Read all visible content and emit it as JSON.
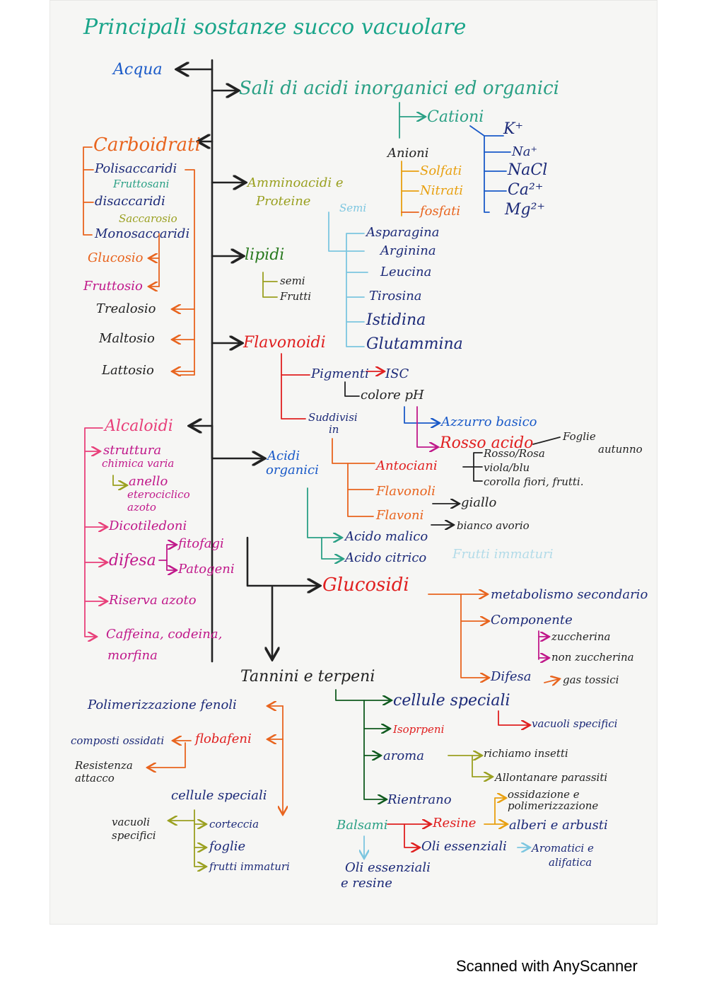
{
  "title": "Principali sostanze succo vacuolare",
  "footer": "Scanned with AnyScanner",
  "colors": {
    "title": "#1aa58a",
    "trunk": "#555555",
    "teal": "#2aa085",
    "orange": "#e8641e",
    "magenta": "#c0188a",
    "pink": "#e8407a",
    "red": "#e02020",
    "blue": "#1a5ac8",
    "navy": "#1c2a78",
    "olive": "#9aa020",
    "lightblue": "#7cc6e0",
    "green": "#2a7a20",
    "darkgreen": "#0f5a1e",
    "gold": "#e8a010",
    "black": "#222222"
  },
  "nodes": {
    "acqua": "Acqua",
    "sali": "Sali di acidi inorganici ed organici",
    "cationi": "Cationi",
    "k": "K⁺",
    "na": "Na⁺",
    "nacl": "NaCl",
    "ca": "Ca²⁺",
    "mg": "Mg²⁺",
    "anioni": "Anioni",
    "solfati": "Solfati",
    "nitrati": "Nitrati",
    "fosfati": "fosfati",
    "carboidrati": "Carboidrati",
    "polisaccaridi": "Polisaccaridi",
    "fruttosani": "Fruttosani",
    "disaccaridi": "disaccaridi",
    "saccarosio": "Saccarosio",
    "monosaccaridi": "Monosaccaridi",
    "glucosio": "Glucosio",
    "fruttosio": "Fruttosio",
    "trealosio": "Trealosio",
    "maltosio": "Maltosio",
    "lattosio": "Lattosio",
    "amminoacidi": "Amminoacidi e",
    "proteine": "Proteine",
    "semi_aa": "Semi",
    "asparagina": "Asparagina",
    "arginina": "Arginina",
    "leucina": "Leucina",
    "tirosina": "Tirosina",
    "istidina": "Istidina",
    "glutammina": "Glutammina",
    "lipidi": "lipidi",
    "semi_l": "semi",
    "frutti_l": "Frutti",
    "flavonoidi": "Flavonoidi",
    "pigmenti": "Pigmenti",
    "isc": "ISC",
    "colore_ph": "colore pH",
    "suddivisi": "Suddivisi",
    "in": "in",
    "azzurro": "Azzurro basico",
    "rosso": "Rosso acido",
    "foglie_autunno": "Foglie",
    "autunno": "autunno",
    "antociani": "Antociani",
    "rosso_rosa": "Rosso/Rosa",
    "viola_blu": "viola/blu",
    "corolla": "corolla fiori, frutti.",
    "flavonoli": "Flavonoli",
    "giallo": "giallo",
    "flavoni": "Flavoni",
    "bianco": "bianco avorio",
    "alcaloidi": "Alcaloidi",
    "struttura": "struttura",
    "chimica": "chimica varia",
    "anello": "anello",
    "eterociclico": "eterociclico",
    "azoto_a": "azoto",
    "dicotiledoni": "Dicotiledoni",
    "difesa_a": "difesa",
    "fitofagi": "fitofagi",
    "patogeni": "Patogeni",
    "riserva": "Riserva azoto",
    "caffeina": "Caffeina, codeina,",
    "morfina": "morfina",
    "acidi_org": "Acidi",
    "organici": "organici",
    "malico": "Acido malico",
    "citrico": "Acido citrico",
    "frutti_immaturi_faint": "Frutti immaturi",
    "glucosidi": "Glucosidi",
    "metabolismo": "metabolismo secondario",
    "componente": "Componente",
    "zuccherina": "zuccherina",
    "non_zucc": "non zuccherina",
    "difesa_g": "Difesa",
    "gas": "gas tossici",
    "tannini": "Tannini e terpeni",
    "polimerizzazione": "Polimerizzazione fenoli",
    "flobafeni": "flobafeni",
    "composti": "composti ossidati",
    "resistenza": "Resistenza",
    "attacco": "attacco",
    "cellule_t": "cellule speciali",
    "vacuoli_t": "vacuoli",
    "specifici_t": "specifici",
    "corteccia": "corteccia",
    "foglie": "foglie",
    "frutti_imm": "frutti immaturi",
    "cellule_s": "cellule speciali",
    "vacuoli_s": "vacuoli specifici",
    "isoprpeni": "Isoprpeni",
    "aroma": "aroma",
    "richiamo": "richiamo insetti",
    "allontanare": "Allontanare parassiti",
    "rientrano": "Rientrano",
    "ossidazione": "ossidazione e",
    "polimerizz": "polimerizzazione",
    "resine": "Resine",
    "alberi": "alberi e arbusti",
    "balsami": "Balsami",
    "oli": "Oli essenziali",
    "aromatici": "Aromatici e",
    "alifatica": "alifatica",
    "oli_resine": "Oli essenziali",
    "e_resine": "e resine"
  },
  "labels": [
    {
      "key": "acqua",
      "c": "blue",
      "s": "lg"
    },
    {
      "key": "sali",
      "c": "teal",
      "s": "xl"
    },
    {
      "key": "cationi",
      "c": "teal",
      "s": "lg"
    },
    {
      "key": "k",
      "c": "navy",
      "s": "lg"
    },
    {
      "key": "na",
      "c": "navy",
      "s": "md"
    },
    {
      "key": "nacl",
      "c": "navy",
      "s": "lg"
    },
    {
      "key": "ca",
      "c": "navy",
      "s": "lg"
    },
    {
      "key": "mg",
      "c": "navy",
      "s": "lg"
    },
    {
      "key": "anioni",
      "c": "black",
      "s": "md"
    },
    {
      "key": "solfati",
      "c": "gold",
      "s": "md"
    },
    {
      "key": "nitrati",
      "c": "gold",
      "s": "md"
    },
    {
      "key": "fosfati",
      "c": "orange",
      "s": "md"
    },
    {
      "key": "carboidrati",
      "c": "orange",
      "s": "xl"
    },
    {
      "key": "polisaccaridi",
      "c": "navy",
      "s": "md"
    },
    {
      "key": "fruttosani",
      "c": "teal",
      "s": "sm"
    },
    {
      "key": "disaccaridi",
      "c": "navy",
      "s": "md"
    },
    {
      "key": "saccarosio",
      "c": "olive",
      "s": "sm"
    },
    {
      "key": "monosaccaridi",
      "c": "navy",
      "s": "md"
    },
    {
      "key": "glucosio",
      "c": "orange",
      "s": "md"
    },
    {
      "key": "fruttosio",
      "c": "magenta",
      "s": "md"
    },
    {
      "key": "trealosio",
      "c": "black",
      "s": "md"
    },
    {
      "key": "maltosio",
      "c": "black",
      "s": "md"
    },
    {
      "key": "lattosio",
      "c": "black",
      "s": "md"
    },
    {
      "key": "amminoacidi",
      "c": "olive",
      "s": "md"
    },
    {
      "key": "proteine",
      "c": "olive",
      "s": "md"
    },
    {
      "key": "semi_aa",
      "c": "lightblue",
      "s": "sm"
    },
    {
      "key": "asparagina",
      "c": "navy",
      "s": "md"
    },
    {
      "key": "arginina",
      "c": "navy",
      "s": "md"
    },
    {
      "key": "leucina",
      "c": "navy",
      "s": "md"
    },
    {
      "key": "tirosina",
      "c": "navy",
      "s": "md"
    },
    {
      "key": "istidina",
      "c": "navy",
      "s": "lg"
    },
    {
      "key": "glutammina",
      "c": "navy",
      "s": "lg"
    },
    {
      "key": "lipidi",
      "c": "green",
      "s": "lg"
    },
    {
      "key": "semi_l",
      "c": "black",
      "s": "sm"
    },
    {
      "key": "frutti_l",
      "c": "black",
      "s": "sm"
    },
    {
      "key": "flavonoidi",
      "c": "red",
      "s": "lg"
    },
    {
      "key": "pigmenti",
      "c": "navy",
      "s": "md"
    },
    {
      "key": "isc",
      "c": "navy",
      "s": "md"
    },
    {
      "key": "colore_ph",
      "c": "black",
      "s": "md"
    },
    {
      "key": "suddivisi",
      "c": "navy",
      "s": "sm"
    },
    {
      "key": "in",
      "c": "navy",
      "s": "sm"
    },
    {
      "key": "azzurro",
      "c": "blue",
      "s": "md"
    },
    {
      "key": "rosso",
      "c": "red",
      "s": "lg"
    },
    {
      "key": "foglie_autunno",
      "c": "black",
      "s": "sm"
    },
    {
      "key": "autunno",
      "c": "black",
      "s": "sm"
    },
    {
      "key": "antociani",
      "c": "red",
      "s": "md"
    },
    {
      "key": "rosso_rosa",
      "c": "black",
      "s": "sm"
    },
    {
      "key": "viola_blu",
      "c": "black",
      "s": "sm"
    },
    {
      "key": "corolla",
      "c": "black",
      "s": "sm"
    },
    {
      "key": "flavonoli",
      "c": "orange",
      "s": "md"
    },
    {
      "key": "giallo",
      "c": "black",
      "s": "md"
    },
    {
      "key": "flavoni",
      "c": "orange",
      "s": "md"
    },
    {
      "key": "bianco",
      "c": "black",
      "s": "sm"
    },
    {
      "key": "alcaloidi",
      "c": "pink",
      "s": "lg"
    },
    {
      "key": "struttura",
      "c": "magenta",
      "s": "md"
    },
    {
      "key": "chimica",
      "c": "magenta",
      "s": "sm"
    },
    {
      "key": "anello",
      "c": "magenta",
      "s": "md"
    },
    {
      "key": "eterociclico",
      "c": "magenta",
      "s": "sm"
    },
    {
      "key": "azoto_a",
      "c": "magenta",
      "s": "sm"
    },
    {
      "key": "dicotiledoni",
      "c": "magenta",
      "s": "md"
    },
    {
      "key": "difesa_a",
      "c": "magenta",
      "s": "lg"
    },
    {
      "key": "fitofagi",
      "c": "magenta",
      "s": "md"
    },
    {
      "key": "patogeni",
      "c": "magenta",
      "s": "md"
    },
    {
      "key": "riserva",
      "c": "magenta",
      "s": "md"
    },
    {
      "key": "caffeina",
      "c": "magenta",
      "s": "md"
    },
    {
      "key": "morfina",
      "c": "magenta",
      "s": "md"
    },
    {
      "key": "acidi_org",
      "c": "blue",
      "s": "md"
    },
    {
      "key": "organici",
      "c": "blue",
      "s": "md"
    },
    {
      "key": "malico",
      "c": "navy",
      "s": "md"
    },
    {
      "key": "citrico",
      "c": "navy",
      "s": "md"
    },
    {
      "key": "frutti_immaturi_faint",
      "c": "lightblue",
      "s": "md"
    },
    {
      "key": "glucosidi",
      "c": "red",
      "s": "xl"
    },
    {
      "key": "metabolismo",
      "c": "navy",
      "s": "md"
    },
    {
      "key": "componente",
      "c": "navy",
      "s": "md"
    },
    {
      "key": "zuccherina",
      "c": "black",
      "s": "sm"
    },
    {
      "key": "non_zucc",
      "c": "black",
      "s": "sm"
    },
    {
      "key": "difesa_g",
      "c": "navy",
      "s": "md"
    },
    {
      "key": "gas",
      "c": "black",
      "s": "sm"
    },
    {
      "key": "tannini",
      "c": "black",
      "s": "lg"
    },
    {
      "key": "polimerizzazione",
      "c": "navy",
      "s": "md"
    },
    {
      "key": "flobafeni",
      "c": "red",
      "s": "md"
    },
    {
      "key": "composti",
      "c": "navy",
      "s": "sm"
    },
    {
      "key": "resistenza",
      "c": "black",
      "s": "sm"
    },
    {
      "key": "attacco",
      "c": "black",
      "s": "sm"
    },
    {
      "key": "cellule_t",
      "c": "navy",
      "s": "md"
    },
    {
      "key": "vacuoli_t",
      "c": "black",
      "s": "sm"
    },
    {
      "key": "specifici_t",
      "c": "black",
      "s": "sm"
    },
    {
      "key": "corteccia",
      "c": "navy",
      "s": "sm"
    },
    {
      "key": "foglie",
      "c": "navy",
      "s": "md"
    },
    {
      "key": "frutti_imm",
      "c": "navy",
      "s": "sm"
    },
    {
      "key": "cellule_s",
      "c": "navy",
      "s": "lg"
    },
    {
      "key": "vacuoli_s",
      "c": "navy",
      "s": "sm"
    },
    {
      "key": "isoprpeni",
      "c": "red",
      "s": "sm"
    },
    {
      "key": "aroma",
      "c": "navy",
      "s": "md"
    },
    {
      "key": "richiamo",
      "c": "black",
      "s": "sm"
    },
    {
      "key": "allontanare",
      "c": "black",
      "s": "sm"
    },
    {
      "key": "rientrano",
      "c": "navy",
      "s": "md"
    },
    {
      "key": "ossidazione",
      "c": "black",
      "s": "sm"
    },
    {
      "key": "polimerizz",
      "c": "black",
      "s": "sm"
    },
    {
      "key": "resine",
      "c": "red",
      "s": "md"
    },
    {
      "key": "alberi",
      "c": "navy",
      "s": "md"
    },
    {
      "key": "balsami",
      "c": "teal",
      "s": "md"
    },
    {
      "key": "oli",
      "c": "navy",
      "s": "md"
    },
    {
      "key": "aromatici",
      "c": "navy",
      "s": "sm"
    },
    {
      "key": "alifatica",
      "c": "navy",
      "s": "sm"
    },
    {
      "key": "oli_resine",
      "c": "navy",
      "s": "md"
    },
    {
      "key": "e_resine",
      "c": "navy",
      "s": "md"
    }
  ],
  "links": [
    {
      "c": "black",
      "p": "300,85 300,935"
    },
    {
      "c": "black",
      "p": "385,830 385,930",
      "arrow": true
    },
    {
      "c": "black",
      "p": "300,98 252,98",
      "arrow": true
    },
    {
      "c": "black",
      "p": "300,128 335,128",
      "arrow": true
    },
    {
      "c": "black",
      "p": "300,200 282,200",
      "arrow": true
    },
    {
      "c": "black",
      "p": "300,258 345,258",
      "arrow": true
    },
    {
      "c": "black",
      "p": "300,362 342,362",
      "arrow": true
    },
    {
      "c": "black",
      "p": "300,485 340,485",
      "arrow": true
    },
    {
      "c": "black",
      "p": "300,602 270,602",
      "arrow": true
    },
    {
      "c": "black",
      "p": "300,602 300,648 372,648",
      "arrow": true
    },
    {
      "c": "black",
      "p": "350,760 350,828 450,828",
      "arrow": true
    },
    {
      "c": "teal",
      "p": "565,145 565,195"
    },
    {
      "c": "teal",
      "p": "565,165 600,165",
      "arrow": true
    },
    {
      "c": "blue",
      "p": "665,178 685,192 685,300 692,300"
    },
    {
      "c": "blue",
      "p": "685,192 712,192"
    },
    {
      "c": "blue",
      "p": "685,215 722,215"
    },
    {
      "c": "blue",
      "p": "685,242 716,242"
    },
    {
      "c": "blue",
      "p": "685,270 716,270"
    },
    {
      "c": "gold",
      "p": "568,228 568,305"
    },
    {
      "c": "gold",
      "p": "568,242 592,242"
    },
    {
      "c": "gold",
      "p": "568,270 592,270"
    },
    {
      "c": "orange",
      "p": "568,300 592,300"
    },
    {
      "c": "orange",
      "p": "130,208 118,208 118,332 130,332"
    },
    {
      "c": "orange",
      "p": "118,240 132,240"
    },
    {
      "c": "orange",
      "p": "118,286 132,286"
    },
    {
      "c": "orange",
      "p": "262,240 275,240 275,530 255,530"
    },
    {
      "c": "orange",
      "p": "225,330 225,405"
    },
    {
      "c": "orange",
      "p": "225,365 212,365",
      "arrow": true
    },
    {
      "c": "orange",
      "p": "225,405 212,405",
      "arrow": true
    },
    {
      "c": "orange",
      "p": "275,437 245,437",
      "arrow": true
    },
    {
      "c": "orange",
      "p": "275,480 245,480",
      "arrow": true
    },
    {
      "c": "orange",
      "p": "275,525 245,525",
      "arrow": true
    },
    {
      "c": "lightblue",
      "p": "465,300 465,355 490,355 490,330 515,330"
    },
    {
      "c": "lightblue",
      "p": "490,355 515,355"
    },
    {
      "c": "lightblue",
      "p": "490,385 520,385"
    },
    {
      "c": "lightblue",
      "p": "490,420 515,420"
    },
    {
      "c": "lightblue",
      "p": "490,455 515,455"
    },
    {
      "c": "lightblue",
      "p": "490,355 490,490 515,490"
    },
    {
      "c": "olive",
      "p": "372,385 372,420 392,420"
    },
    {
      "c": "olive",
      "p": "372,398 392,398"
    },
    {
      "c": "red",
      "p": "398,500 398,592 432,592"
    },
    {
      "c": "red",
      "p": "398,530 438,530"
    },
    {
      "c": "red",
      "p": "518,525 542,525",
      "arrow": true
    },
    {
      "c": "black",
      "p": "488,540 488,560 508,560"
    },
    {
      "c": "blue",
      "p": "572,575 572,598 620,598",
      "arrow": true
    },
    {
      "c": "magenta",
      "p": "590,575 590,632 618,632",
      "arrow": true
    },
    {
      "c": "black",
      "p": "754,628 792,618"
    },
    {
      "c": "black",
      "p": "655,660 670,660 670,640 682,640"
    },
    {
      "c": "black",
      "p": "670,660 682,660"
    },
    {
      "c": "black",
      "p": "670,660 670,680 682,680"
    },
    {
      "c": "orange",
      "p": "470,620 470,655 530,655"
    },
    {
      "c": "orange",
      "p": "492,655 492,730 528,730"
    },
    {
      "c": "orange",
      "p": "492,692 528,692"
    },
    {
      "c": "black",
      "p": "612,712 648,712",
      "arrow": true
    },
    {
      "c": "black",
      "p": "610,742 640,742",
      "arrow": true
    },
    {
      "c": "teal",
      "p": "435,690 435,760 482,760",
      "arrow": true
    },
    {
      "c": "teal",
      "p": "455,760 455,790 484,790",
      "arrow": true
    },
    {
      "c": "pink",
      "p": "145,605 120,605 120,900 135,900",
      "arrow": true
    },
    {
      "c": "pink",
      "p": "120,638 140,638",
      "arrow": true
    },
    {
      "c": "pink",
      "p": "120,745 150,745",
      "arrow": true
    },
    {
      "c": "pink",
      "p": "120,795 150,795",
      "arrow": true
    },
    {
      "c": "pink",
      "p": "120,850 150,850",
      "arrow": true
    },
    {
      "c": "olive",
      "p": "160,672 160,686 178,686",
      "arrow": true
    },
    {
      "c": "magenta",
      "p": "225,792 236,792 236,770 248,770",
      "arrow": true
    },
    {
      "c": "magenta",
      "p": "236,792 236,806 248,806",
      "arrow": true
    },
    {
      "c": "orange",
      "p": "606,840 652,840 652,958 690,958",
      "arrow": true
    },
    {
      "c": "orange",
      "p": "652,840 688,840",
      "arrow": true
    },
    {
      "c": "orange",
      "p": "652,878 690,878",
      "arrow": true
    },
    {
      "c": "magenta",
      "p": "762,892 762,932"
    },
    {
      "c": "magenta",
      "p": "762,900 775,900",
      "arrow": true
    },
    {
      "c": "magenta",
      "p": "762,930 775,930",
      "arrow": true
    },
    {
      "c": "orange",
      "p": "770,965 790,960",
      "arrow": true
    },
    {
      "c": "orange",
      "p": "400,998 400,1150",
      "arrow": true
    },
    {
      "c": "orange",
      "p": "400,998 380,998",
      "arrow": true
    },
    {
      "c": "orange",
      "p": "400,1045 380,1045",
      "arrow": true
    },
    {
      "c": "orange",
      "p": "262,1050 262,1085 210,1085",
      "arrow": true
    },
    {
      "c": "orange",
      "p": "270,1047 246,1047",
      "arrow": true
    },
    {
      "c": "olive",
      "p": "275,1160 240,1160",
      "arrow": true
    },
    {
      "c": "olive",
      "p": "275,1145 275,1225 290,1225",
      "arrow": true
    },
    {
      "c": "olive",
      "p": "275,1165 290,1165",
      "arrow": true
    },
    {
      "c": "olive",
      "p": "275,1198 290,1198",
      "arrow": true
    },
    {
      "c": "darkgreen",
      "p": "475,975 475,990 552,990",
      "arrow": true
    },
    {
      "c": "darkgreen",
      "p": "515,990 515,1130 545,1130",
      "arrow": true
    },
    {
      "c": "darkgreen",
      "p": "515,1030 550,1030",
      "arrow": true
    },
    {
      "c": "darkgreen",
      "p": "515,1068 537,1068",
      "arrow": true
    },
    {
      "c": "red",
      "p": "705,1005 705,1025 748,1025",
      "arrow": true
    },
    {
      "c": "olive",
      "p": "634,1068 668,1068 668,1098 695,1098",
      "arrow": true
    },
    {
      "c": "olive",
      "p": "668,1068 680,1068",
      "arrow": true
    },
    {
      "c": "red",
      "p": "548,1165 572,1165 572,1198 592,1198",
      "arrow": true
    },
    {
      "c": "red",
      "p": "572,1165 608,1165",
      "arrow": true
    },
    {
      "c": "gold",
      "p": "685,1165 700,1165 700,1128 714,1128",
      "arrow": true
    },
    {
      "c": "gold",
      "p": "700,1165 716,1165",
      "arrow": true
    },
    {
      "c": "lightblue",
      "p": "732,1198 748,1198",
      "arrow": true
    },
    {
      "c": "lightblue",
      "p": "515,1182 515,1212",
      "arrow": true
    }
  ]
}
